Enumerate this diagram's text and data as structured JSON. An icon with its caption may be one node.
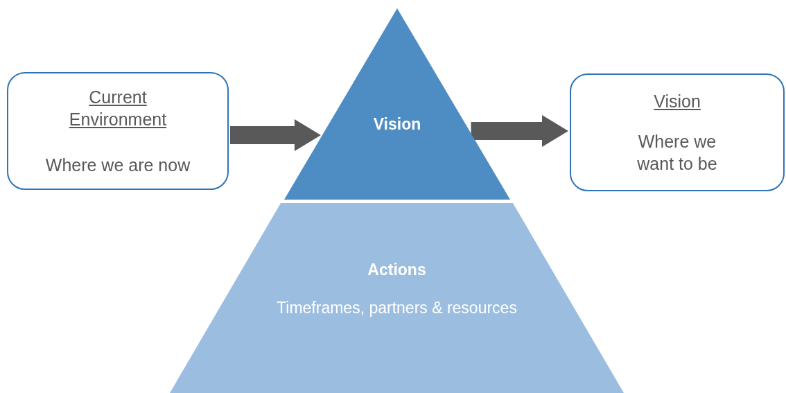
{
  "diagram": {
    "nodes": [
      {
        "text": [
          "Current Environment",
          "Where we are now"
        ]
      },
      {
        "text": [
          "Vision"
        ]
      },
      {
        "text": [
          "Actions",
          "Timeframes, partners & resources"
        ]
      },
      {
        "text": [
          "Vision",
          "Where we want to be"
        ]
      }
    ],
    "edges": [
      {
        "from": 0,
        "to": 1,
        "arrow": "to",
        "style": "thick"
      },
      {
        "from": 1,
        "to": 3,
        "arrow": "to",
        "style": "thick"
      }
    ]
  }
}
